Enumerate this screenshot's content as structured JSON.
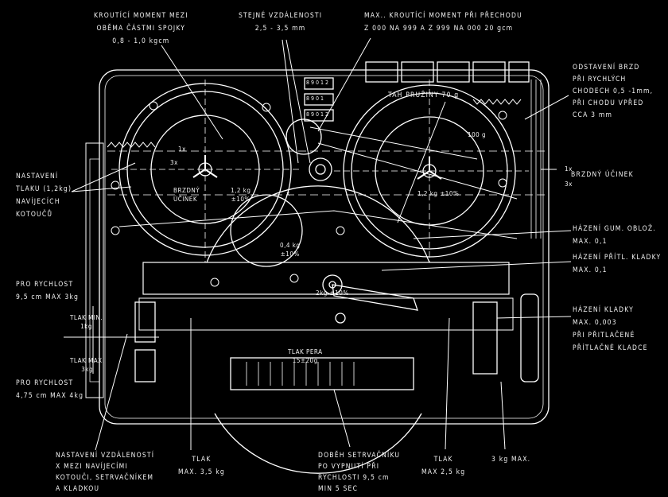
{
  "labels": {
    "clutch_torque": [
      "KROUTÍCÍ MOMENT MEZI",
      "OBĚMA ČÁSTMI SPOJKY",
      "0,8 - 1,0 kgcm"
    ],
    "equal_distance": [
      "STEJNÉ VZDÁLENOSTI",
      "2,5 - 3,5 mm"
    ],
    "max_torque": [
      "MAX.. KROUTÍCÍ MOMENT PŘI PŘECHODU",
      "Z 000 NA 999 A Z 999 NA 000    20 gcm"
    ],
    "brake_setting": [
      "ODSTAVENÍ BRZD",
      "PŘI RYCHLÝCH",
      "CHODECH 0,5 -1mm,",
      "PŘI CHODU VPŘED",
      "CCA 3 mm"
    ],
    "brake_effect_right": {
      "top": "1x",
      "text": "BRZDNÝ ÚČINEK",
      "bottom": "3x"
    },
    "rubber_runout": [
      "HÁZENÍ GUM. OBLOŽ.",
      "MAX. 0,1"
    ],
    "pinch_runout": [
      "HÁZENÍ PŘÍTL. KLADKY",
      "MAX. 0,1"
    ],
    "roller_runout": [
      "HÁZENÍ KLADKY",
      "MAX. 0,003",
      "PŘI PŘITLAČENÉ",
      "PŘÍTLAČNÉ KLADCE"
    ],
    "reel_pressure": [
      "NASTAVENÍ",
      "TLAKU (1,2kg)",
      "NAVÍJECÍCH",
      "KOTOUČŮ"
    ],
    "speed_95": [
      "PRO RYCHLOST",
      "9,5 cm MAX  3kg"
    ],
    "pressure_min": [
      "TLAK MIN.",
      "1kg"
    ],
    "pressure_max": [
      "TLAK MAX.",
      "3kg"
    ],
    "speed_475": [
      "PRO RYCHLOST",
      "4,75 cm MAX  4kg"
    ],
    "distance_setting": [
      "NASTAVENÍ VZDÁLENOSTÍ",
      "X MEZI NAVÍJECÍMI",
      "KOTOUČI, SETRVAČNÍKEM",
      "A KLADKOU"
    ],
    "pressure_35": [
      "TLAK",
      "MAX. 3,5 kg"
    ],
    "flywheel_rundown": [
      "DOBĚH SETRVAČNÍKU",
      "PO VYPNUTÍ PŘI",
      "RYCHLOSTI 9,5 cm",
      "MIN  5 SEC"
    ],
    "pressure_25": [
      "TLAK",
      "MAX 2,5 kg"
    ],
    "max_3kg": "3 kg MAX.",
    "spring_tension": "TAH PRUŽINY 70 g",
    "spring_100": "100 g",
    "left_brake": {
      "top": "1x",
      "bottom": "3x",
      "text": [
        "BRZDNÝ",
        "ÚČINEK"
      ]
    },
    "left_reel_force": [
      "1,2 kg",
      "±10%"
    ],
    "right_reel_force": "1,2 kg ±10%",
    "idler_force": [
      "0,4 kg",
      "±10%"
    ],
    "arm_force": "2kg ±10%",
    "pen_pressure": [
      "TLAK PERA",
      "15±20g"
    ],
    "counter_digits": [
      "8 9 0 1 2",
      "8 9 0 1",
      "8 9 0 1 2"
    ],
    "x_mark": "x"
  },
  "colors": {
    "background": "#000000",
    "line": "#ffffff"
  }
}
